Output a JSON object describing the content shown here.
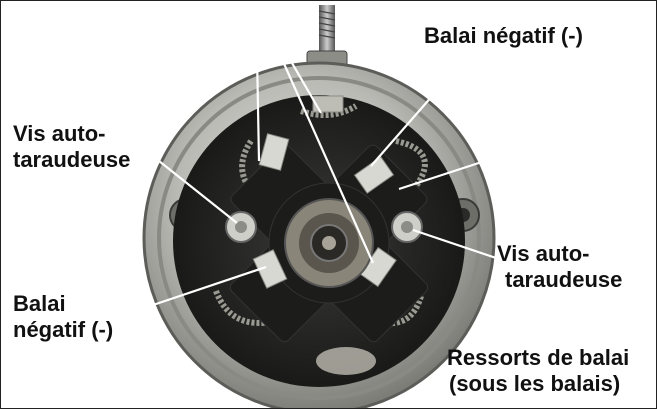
{
  "labels": {
    "neg_top_right": "Balai négatif (-)",
    "screw_left_line1": "Vis auto-",
    "screw_left_line2": "taraudeuse",
    "screw_right_line1": "Vis auto-",
    "screw_right_line2": "taraudeuse",
    "neg_bottom_left_line1": "Balai",
    "neg_bottom_left_line2": "négatif (-)",
    "springs_line1": "Ressorts de balai",
    "springs_line2": "(sous les balais)"
  },
  "colors": {
    "housing": "#b9b9b4",
    "interior": "#262624",
    "brush_plate": "#1c1c1b",
    "brush": "#d8d8d2",
    "leader_line": "#ffffff"
  }
}
